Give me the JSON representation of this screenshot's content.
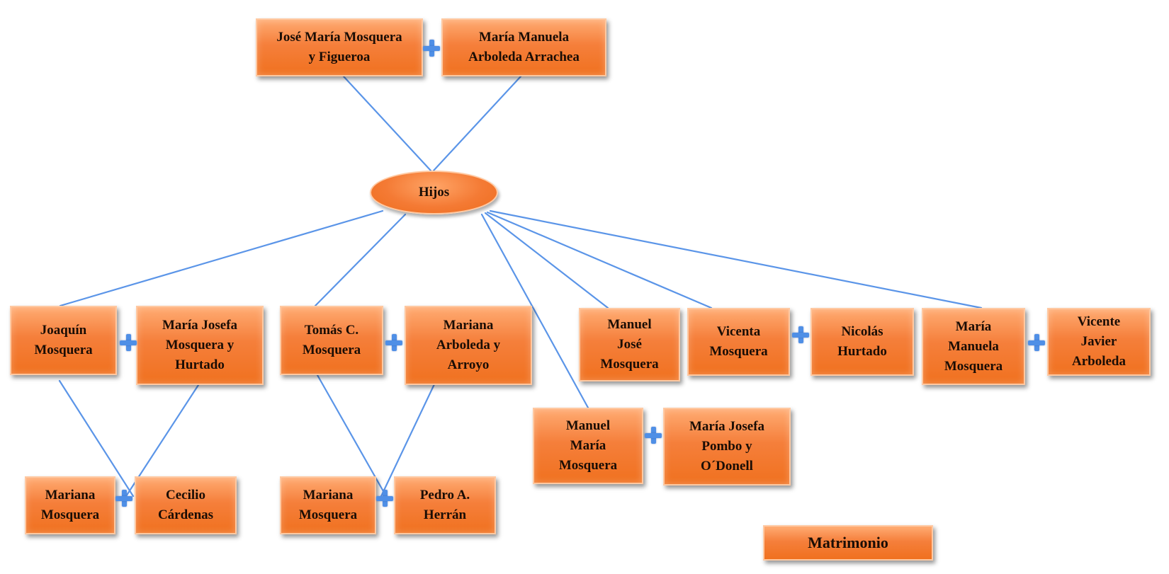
{
  "colors": {
    "box_fill": "#f57f3b",
    "box_border": "#ffc9a2",
    "connector_line": "#5b95e8",
    "marriage_plus": "#4f8fe6"
  },
  "parents": {
    "father": "José María Mosquera\ny Figueroa",
    "mother": "María Manuela\nArboleda Arrachea"
  },
  "children_node": "Hijos",
  "children": {
    "joaquin": "Joaquín\nMosquera",
    "joaquin_spouse": "María Josefa\nMosquera y\nHurtado",
    "tomas": "Tomás C.\nMosquera",
    "tomas_spouse": "Mariana\nArboleda y\nArroyo",
    "manuel_jose": "Manuel\nJosé\nMosquera",
    "vicenta": "Vicenta\nMosquera",
    "vicenta_spouse": "Nicolás\nHurtado",
    "maria_manuela": "María\nManuela\nMosquera",
    "maria_manuela_spouse": "Vicente\nJavier\nArboleda",
    "manuel_maria": "Manuel\nMaría\nMosquera",
    "manuel_maria_spouse": "María Josefa\nPombo y\nO´Donell"
  },
  "grandchildren": {
    "mariana_1": "Mariana\nMosquera",
    "mariana_1_spouse": "Cecilio\nCárdenas",
    "mariana_2": "Mariana\nMosquera",
    "mariana_2_spouse": "Pedro A.\nHerrán"
  },
  "legend": {
    "label": "Matrimonio"
  }
}
